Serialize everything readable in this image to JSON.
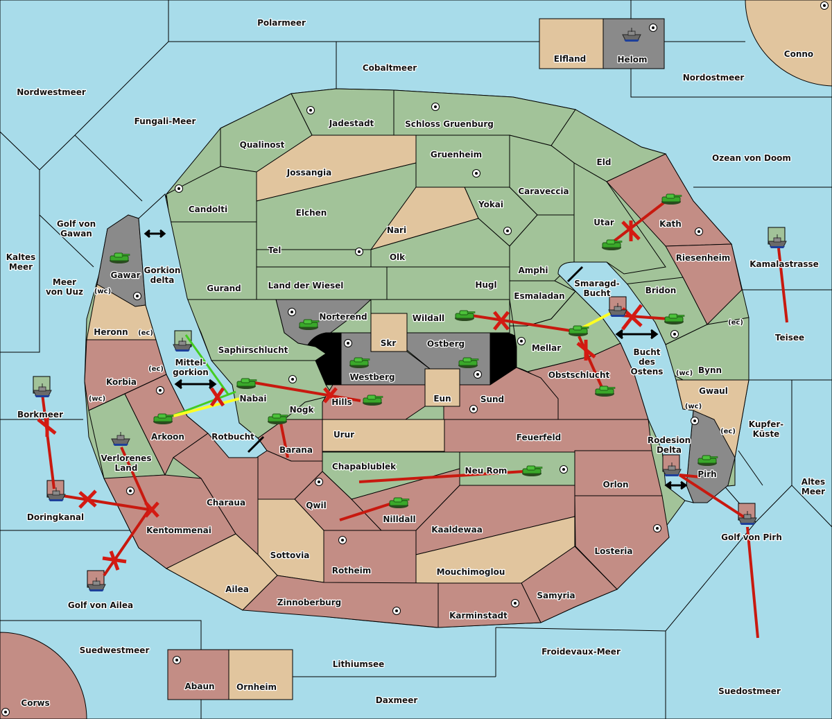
{
  "title": "Diplomacy map",
  "colors": {
    "sea": "#a8dcea",
    "green_power": "#a2c399",
    "tan_neutral": "#e1c59e",
    "red_power": "#c38d85",
    "gray_power": "#8a8a8a",
    "move_order": "#c8190f",
    "support_order": "#ffff22",
    "convoy_order": "#44cc22"
  },
  "seas": [
    {
      "name": "Polarmeer"
    },
    {
      "name": "Cobaltmeer"
    },
    {
      "name": "Nordwestmeer"
    },
    {
      "name": "Fungali-Meer"
    },
    {
      "name": "Nordostmeer"
    },
    {
      "name": "Ozean von Doom"
    },
    {
      "name": "Golf von Gawan"
    },
    {
      "name": "Kaltes Meer"
    },
    {
      "name": "Meer von Uuz"
    },
    {
      "name": "Gorkion delta"
    },
    {
      "name": "Mittel-gorkion"
    },
    {
      "name": "Rotbucht"
    },
    {
      "name": "Borkmeer"
    },
    {
      "name": "Doringkanal"
    },
    {
      "name": "Golf von Ailea"
    },
    {
      "name": "Suedwestmeer"
    },
    {
      "name": "Lithiumsee"
    },
    {
      "name": "Daxmeer"
    },
    {
      "name": "Froidevaux-Meer"
    },
    {
      "name": "Suedostmeer"
    },
    {
      "name": "Golf von Pirh"
    },
    {
      "name": "Altes Meer"
    },
    {
      "name": "Kupfer-Küste"
    },
    {
      "name": "Rodesion Delta"
    },
    {
      "name": "Bucht des Ostens"
    },
    {
      "name": "Smaragd-Bucht"
    },
    {
      "name": "Teisee"
    },
    {
      "name": "Kamalastrasse"
    }
  ],
  "labels": {
    "polarmeer": "Polarmeer",
    "cobaltmeer": "Cobaltmeer",
    "nordwestmeer": "Nordwestmeer",
    "fungali": "Fungali-Meer",
    "nordostmeer": "Nordostmeer",
    "ozean_doom": "Ozean von Doom",
    "golf_gawan_1": "Golf von",
    "golf_gawan_2": "Gawan",
    "kaltes_1": "Kaltes",
    "kaltes_2": "Meer",
    "uuz_1": "Meer",
    "uuz_2": "von Uuz",
    "gorkion_1": "Gorkion",
    "gorkion_2": "delta",
    "mittel_1": "Mittel-",
    "mittel_2": "gorkion",
    "rotbucht": "Rotbucht",
    "borkmeer": "Borkmeer",
    "doringkanal": "Doringkanal",
    "golf_ailea": "Golf von Ailea",
    "suedwestmeer": "Suedwestmeer",
    "lithiumsee": "Lithiumsee",
    "daxmeer": "Daxmeer",
    "froidevaux": "Froidevaux-Meer",
    "suedostmeer": "Suedostmeer",
    "golf_pirh": "Golf von Pirh",
    "altes_1": "Altes",
    "altes_2": "Meer",
    "kupfer_1": "Kupfer-",
    "kupfer_2": "Küste",
    "rodesion_1": "Rodesion",
    "rodesion_2": "Delta",
    "bucht_1": "Bucht",
    "bucht_2": "des",
    "bucht_3": "Ostens",
    "smaragd_1": "Smaragd-",
    "smaragd_2": "Bucht",
    "teisee": "Teisee",
    "kamalastrasse": "Kamalastrasse",
    "elfland": "Elfland",
    "helom": "Helom",
    "conno": "Conno",
    "corws": "Corws",
    "abaun": "Abaun",
    "ornheim": "Ornheim",
    "jadestadt": "Jadestadt",
    "schloss": "Schloss Gruenburg",
    "qualinost": "Qualinost",
    "jossangia": "Jossangia",
    "gruenheim": "Gruenheim",
    "eld": "Eld",
    "candolti": "Candolti",
    "elchen": "Elchen",
    "caraveccia": "Caraveccia",
    "yokai": "Yokai",
    "nari": "Nari",
    "utar": "Utar",
    "kath": "Kath",
    "tel": "Tel",
    "olk": "Olk",
    "gurand": "Gurand",
    "wiesel": "Land der Wiesel",
    "hugl": "Hugl",
    "amphi": "Amphi",
    "riesenheim": "Riesenheim",
    "esmaladan": "Esmaladan",
    "bridon": "Bridon",
    "gawar": "Gawar",
    "heronn": "Heronn",
    "norterend": "Norterend",
    "wildall": "Wildall",
    "skr": "Skr",
    "ostberg": "Ostberg",
    "westberg": "Westberg",
    "mellar": "Mellar",
    "saphir": "Saphirschlucht",
    "obst": "Obstschlucht",
    "korbia": "Korbia",
    "nabai": "Nabai",
    "hills": "Hills",
    "eun": "Eun",
    "sund": "Sund",
    "bynn": "Bynn",
    "gwaul": "Gwaul",
    "nogk": "Nogk",
    "arkoon": "Arkoon",
    "urur": "Urur",
    "feuerfeld": "Feuerfeld",
    "barana": "Barana",
    "verlorenes_1": "Verlorenes",
    "verlorenes_2": "Land",
    "chapa": "Chapablublek",
    "neurom": "Neu Rom",
    "orlon": "Orlon",
    "pirh": "Pirh",
    "charaua": "Charaua",
    "qwil": "Qwil",
    "nilldall": "Nilldall",
    "kentommenai": "Kentommenai",
    "kaaldewaa": "Kaaldewaa",
    "sottovia": "Sottovia",
    "losteria": "Losteria",
    "rotheim": "Rotheim",
    "mouchimoglou": "Mouchimoglou",
    "ailea": "Ailea",
    "samyria": "Samyria",
    "zinnoberburg": "Zinnoberburg",
    "karminstadt": "Karminstadt",
    "wc": "(wc)",
    "ec": "(ec)"
  },
  "units": [
    {
      "type": "fleet",
      "location": "Helom",
      "owner": "gray"
    },
    {
      "type": "army",
      "location": "Gawar",
      "owner": "green"
    },
    {
      "type": "fleet",
      "location": "Mittel-gorkion",
      "owner": "green"
    },
    {
      "type": "fleet",
      "location": "Borkmeer",
      "owner": "green"
    },
    {
      "type": "fleet",
      "location": "Verlorenes Land",
      "owner": "gray"
    },
    {
      "type": "army",
      "location": "Arkoon",
      "owner": "green"
    },
    {
      "type": "army",
      "location": "Nabai",
      "owner": "green"
    },
    {
      "type": "army",
      "location": "Norterend",
      "owner": "green"
    },
    {
      "type": "army",
      "location": "Westberg",
      "owner": "green"
    },
    {
      "type": "army",
      "location": "Hills",
      "owner": "green"
    },
    {
      "type": "army",
      "location": "Nogk",
      "owner": "green"
    },
    {
      "type": "army",
      "location": "Ostberg",
      "owner": "green"
    },
    {
      "type": "army",
      "location": "Wildall",
      "owner": "green"
    },
    {
      "type": "army",
      "location": "Mellar",
      "owner": "green"
    },
    {
      "type": "army",
      "location": "Obstschlucht",
      "owner": "green"
    },
    {
      "type": "army",
      "location": "Utar",
      "owner": "green"
    },
    {
      "type": "army",
      "location": "Kath",
      "owner": "green"
    },
    {
      "type": "army",
      "location": "Bridon",
      "owner": "green"
    },
    {
      "type": "fleet",
      "location": "Bucht des Ostens",
      "owner": "red"
    },
    {
      "type": "fleet",
      "location": "Kamalastrasse",
      "owner": "green"
    },
    {
      "type": "fleet",
      "location": "Doringkanal",
      "owner": "red"
    },
    {
      "type": "fleet",
      "location": "Golf von Ailea",
      "owner": "red"
    },
    {
      "type": "army",
      "location": "Nilldall",
      "owner": "green"
    },
    {
      "type": "army",
      "location": "Neu Rom",
      "owner": "green"
    },
    {
      "type": "army",
      "location": "Pirh",
      "owner": "green"
    },
    {
      "type": "fleet",
      "location": "Rodesion Delta",
      "owner": "red"
    },
    {
      "type": "fleet",
      "location": "Golf von Pirh",
      "owner": "red"
    }
  ]
}
